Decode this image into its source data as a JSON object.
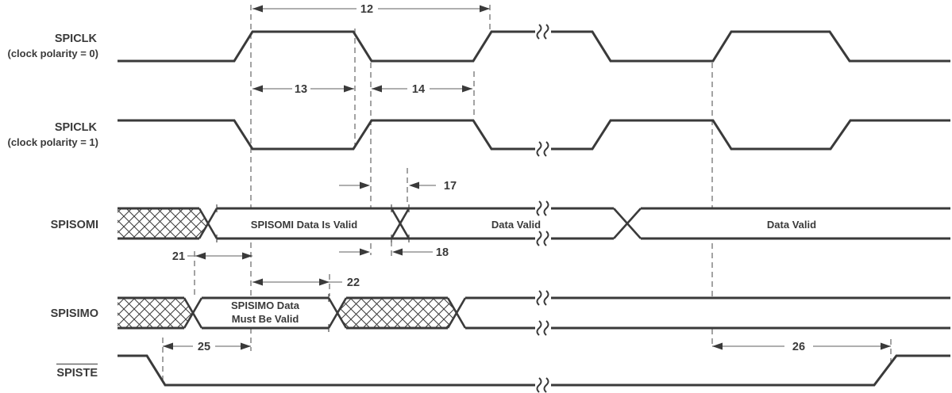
{
  "diagram": {
    "bg_color": "#ffffff",
    "line_color": "#3a3a3a",
    "dim_line_color": "#7f7f7f",
    "signals": {
      "clk0_name": "SPICLK",
      "clk0_sub": "(clock polarity = 0)",
      "clk1_name": "SPICLK",
      "clk1_sub": "(clock polarity = 1)",
      "somi_name": "SPISOMI",
      "simo_name": "SPISIMO",
      "ste_name": "SPISTE"
    },
    "bus_labels": {
      "somi_seg2": "SPISOMI Data Is Valid",
      "somi_seg3": "Data Valid",
      "somi_seg4": "Data Valid",
      "simo_seg2_line1": "SPISIMO Data",
      "simo_seg2_line2": "Must Be Valid"
    },
    "params": {
      "p12": "12",
      "p13": "13",
      "p14": "14",
      "p17": "17",
      "p18": "18",
      "p21": "21",
      "p22": "22",
      "p25": "25",
      "p26": "26"
    }
  }
}
